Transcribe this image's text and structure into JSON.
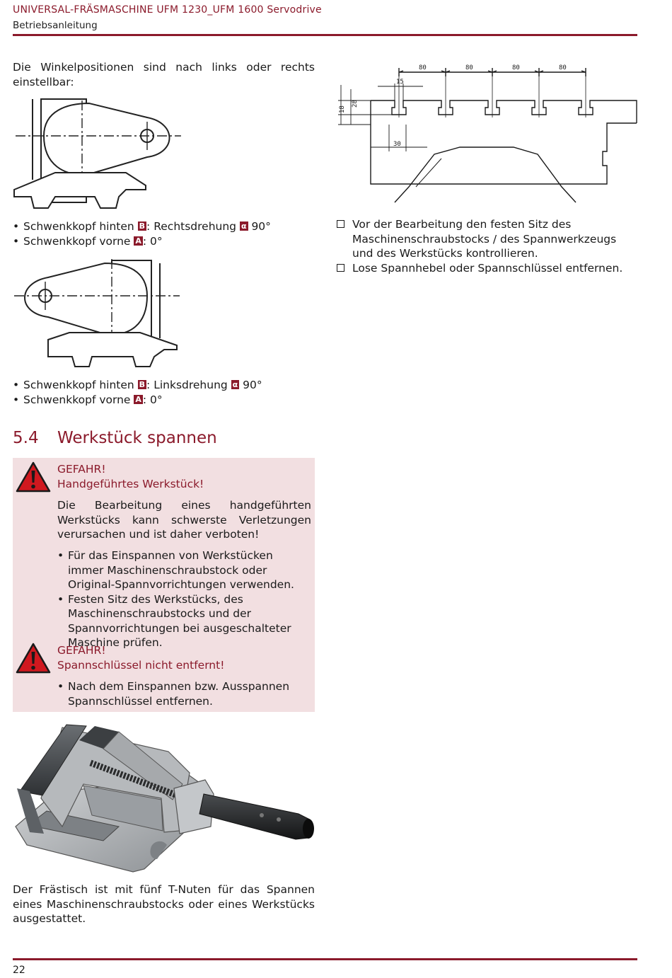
{
  "header": {
    "title": "UNIVERSAL-FRÄSMASCHINE UFM 1230_UFM 1600 Servodrive",
    "subtitle": "Betriebsanleitung"
  },
  "intro_text": "Die Winkelpositionen sind nach links oder rechts einstellbar:",
  "position_right": [
    {
      "text": "Schwenkkopf hinten ",
      "key": "B",
      "suffix": ": Rechtsdrehung ",
      "symbol": "α",
      "value": " 90°"
    },
    {
      "text": "Schwenkkopf vorne ",
      "key": "A",
      "suffix": ": 0°"
    }
  ],
  "position_left": [
    {
      "text": "Schwenkkopf hinten ",
      "key": "B",
      "suffix": ": Linksdrehung ",
      "symbol": "α",
      "value": " 90°"
    },
    {
      "text": "Schwenkkopf vorne ",
      "key": "A",
      "suffix": ": 0°"
    }
  ],
  "section": {
    "number": "5.4",
    "title": "Werkstück spannen"
  },
  "warning1": {
    "label": "GEFAHR!",
    "title": "Handgeführtes Werkstück!",
    "body": "Die Bearbeitung eines handgeführten Werkstücks kann schwerste Verletzungen verursachen und ist daher verboten!",
    "bullets": [
      "Für das Einspannen von Werkstücken immer Maschinenschraubstock oder Original-Spannvorrichtungen verwenden.",
      "Festen Sitz des Werkstücks, des Maschinenschraubstocks und der Spannvorrichtungen bei ausgeschalteter Maschine prüfen."
    ]
  },
  "warning2": {
    "label": "GEFAHR!",
    "title": "Spannschlüssel nicht entfernt!",
    "bullets": [
      "Nach dem Einspannen bzw. Ausspannen Spannschlüssel entfernen."
    ]
  },
  "table_text": "Der Frästisch ist mit fünf T-Nuten für das Spannen eines Maschinenschraubstocks oder eines Werkstücks ausgestattet.",
  "checklist": [
    "Vor der Bearbeitung den festen Sitz des Maschinenschraubstocks / des Spannwerkzeugs und des Werkstücks kontrollieren.",
    "Lose Spannhebel oder Spannschlüssel entfernen."
  ],
  "dimensions": {
    "spacing": [
      "80",
      "80",
      "80",
      "80"
    ],
    "slot_top": "15",
    "slot_bottom": "30",
    "depth_a": "18",
    "depth_b": "28"
  },
  "page_number": "22",
  "colors": {
    "accent": "#8b1a2b",
    "warning_bg": "#f2dfe1",
    "warning_icon": "#d0181f"
  },
  "icons": [
    "warning-triangle-icon"
  ]
}
